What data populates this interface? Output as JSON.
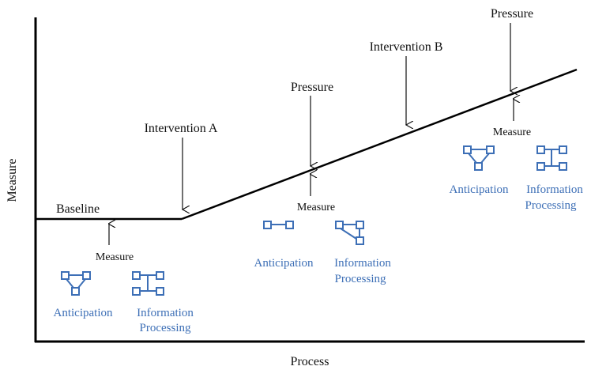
{
  "axes": {
    "y_label": "Measure",
    "x_label": "Process"
  },
  "phases": {
    "baseline": {
      "label": "Baseline",
      "measure": "Measure",
      "anticipation": "Anticipation",
      "information": "Information",
      "processing": "Processing"
    },
    "intervention_a": {
      "label": "Intervention A"
    },
    "pressure_1": {
      "label": "Pressure",
      "measure": "Measure",
      "anticipation": "Anticipation",
      "information": "Information",
      "processing": "Processing"
    },
    "intervention_b": {
      "label": "Intervention B"
    },
    "pressure_2": {
      "label": "Pressure",
      "measure": "Measure",
      "anticipation": "Anticipation",
      "information": "Information",
      "processing": "Processing"
    }
  },
  "colors": {
    "line": "#000000",
    "icon": "#3d6fb6",
    "text_blue": "#3d6fb6"
  }
}
